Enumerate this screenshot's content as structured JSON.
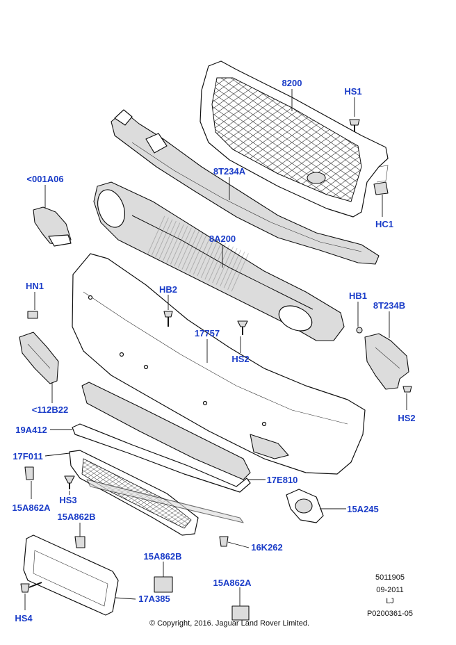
{
  "callouts": {
    "c8200": "8200",
    "hs1": "HS1",
    "c8t234a": "8T234A",
    "c001a06": "<001A06",
    "hc1": "HC1",
    "c8a200": "8A200",
    "hn1": "HN1",
    "hb2": "HB2",
    "hb1": "HB1",
    "c8t234b": "8T234B",
    "c17757": "17757",
    "hs2_mid": "HS2",
    "c112b22": "<112B22",
    "hs2_right": "HS2",
    "c19a412": "19A412",
    "c17f011": "17F011",
    "c17e810": "17E810",
    "c15a862a_left": "15A862A",
    "hs3": "HS3",
    "c15a245": "15A245",
    "c15a862b_left": "15A862B",
    "c16k262": "16K262",
    "c15a862b_mid": "15A862B",
    "c15a862a_mid": "15A862A",
    "c17a385": "17A385",
    "hs4": "HS4"
  },
  "meta": {
    "line1": "5011905",
    "line2": "09-2011",
    "line3": "LJ",
    "line4": "P0200361-05"
  },
  "copyright": "© Copyright, 2016. Jaguar Land Rover Limited.",
  "colors": {
    "callout": "#1a3cc8",
    "line": "#111111"
  }
}
